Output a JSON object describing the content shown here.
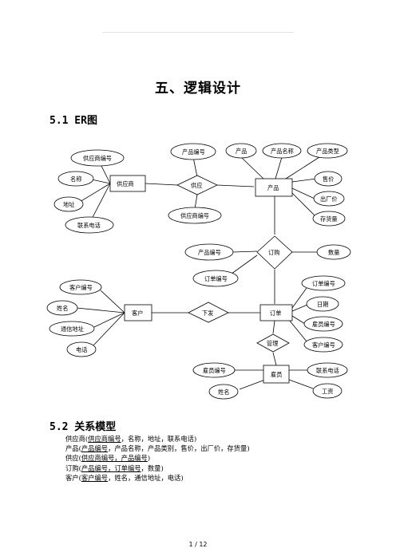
{
  "header_note": "…………………………………………………………………………………………………………",
  "title": "五、逻辑设计",
  "section1": {
    "heading": "5.1 ER图"
  },
  "er": {
    "entities": {
      "supplier": "供应商",
      "product": "产品",
      "customer": "客户",
      "order": "订单",
      "employee": "雇员"
    },
    "relationships": {
      "supply": "供应",
      "purchase": "订购",
      "place_order": "下发",
      "manage": "管理"
    },
    "attributes": {
      "supplier_id": "供应商编号",
      "supplier_name": "名称",
      "supplier_address": "地址",
      "supplier_phone": "联系电话",
      "supply_product_id": "产品编号",
      "supply_supplier_id": "供应商编号",
      "product_id": "产品",
      "product_name": "产品名称",
      "product_type": "产品类型",
      "product_price": "售价",
      "product_factory_price": "出厂价",
      "product_stock": "存货量",
      "purchase_product_id": "产品编号",
      "purchase_order_id": "订单编号",
      "purchase_qty": "数量",
      "customer_id": "客户编号",
      "customer_name": "姓名",
      "customer_address": "通信地址",
      "customer_phone": "电话",
      "order_id": "订单编号",
      "order_date": "日期",
      "order_employee_id": "雇员编号",
      "order_customer_id": "客户编号",
      "employee_id": "雇员编号",
      "employee_name": "姓名",
      "employee_phone": "联系电话",
      "employee_salary": "工资"
    }
  },
  "section2": {
    "heading": "5.2 关系模型"
  },
  "relations": [
    {
      "name": "供应商",
      "key": "供应商编号",
      "rest": "，名称，地址，联系电话"
    },
    {
      "name": "产品",
      "key": "产品编号",
      "rest": "，产品名称，产品类别，售价，出厂价，存货量"
    },
    {
      "name": "供应",
      "key": "供应商编号，产品编号",
      "rest": ""
    },
    {
      "name": "订购",
      "key": "产品编号，订单编号",
      "rest": "，数量"
    },
    {
      "name": "客户",
      "key": "客户编号",
      "rest": "，姓名，通信地址，电话"
    }
  ],
  "footer": {
    "page": "1 / 12"
  }
}
